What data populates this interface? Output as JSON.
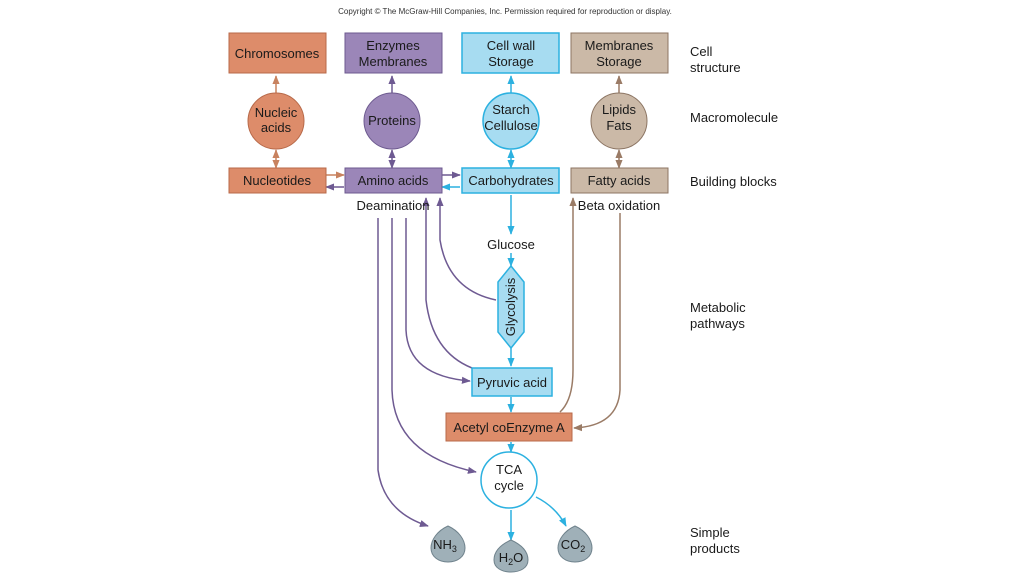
{
  "copyright": "Copyright © The McGraw-Hill Companies, Inc. Permission required for reproduction or display.",
  "colors": {
    "nucleic": "#dd8c6a",
    "nucleic_stroke": "#b86a4a",
    "protein": "#9b86b8",
    "protein_stroke": "#6d5a8f",
    "carb": "#a7dcf1",
    "carb_stroke": "#2cb1e0",
    "lipid": "#cbb9a7",
    "lipid_stroke": "#8c7563",
    "product": "#9fb0b8",
    "purple_line": "#6e5a92",
    "brown_line": "#9a7b66",
    "blue_line": "#2cb1e0",
    "orange_line": "#c8825f"
  },
  "row_labels": {
    "cell_structure": [
      "Cell",
      "structure"
    ],
    "macromolecule": "Macromolecule",
    "building_blocks": "Building blocks",
    "metabolic_pathways": [
      "Metabolic",
      "pathways"
    ],
    "simple_products": [
      "Simple",
      "products"
    ]
  },
  "structure": {
    "chromosomes": "Chromosomes",
    "enzymes_membranes": [
      "Enzymes",
      "Membranes"
    ],
    "cellwall_storage": [
      "Cell wall",
      "Storage"
    ],
    "membranes_storage": [
      "Membranes",
      "Storage"
    ]
  },
  "macromolecules": {
    "nucleic_acids": [
      "Nucleic",
      "acids"
    ],
    "proteins": "Proteins",
    "starch_cellulose": [
      "Starch",
      "Cellulose"
    ],
    "lipids_fats": [
      "Lipids",
      "Fats"
    ]
  },
  "building_blocks": {
    "nucleotides": "Nucleotides",
    "amino_acids": "Amino acids",
    "carbohydrates": "Carbohydrates",
    "fatty_acids": "Fatty acids"
  },
  "pathways": {
    "deamination": "Deamination",
    "beta_oxidation": "Beta oxidation",
    "glucose": "Glucose",
    "glycolysis": "Glycolysis",
    "pyruvic_acid": "Pyruvic acid",
    "acetyl_coa": "Acetyl coEnzyme A",
    "tca_cycle": [
      "TCA",
      "cycle"
    ]
  },
  "products": {
    "nh3": {
      "base": "NH",
      "sub": "3"
    },
    "h2o": {
      "base": "H",
      "sub": "2",
      "tail": "O"
    },
    "co2": {
      "base": "CO",
      "sub": "2"
    }
  }
}
